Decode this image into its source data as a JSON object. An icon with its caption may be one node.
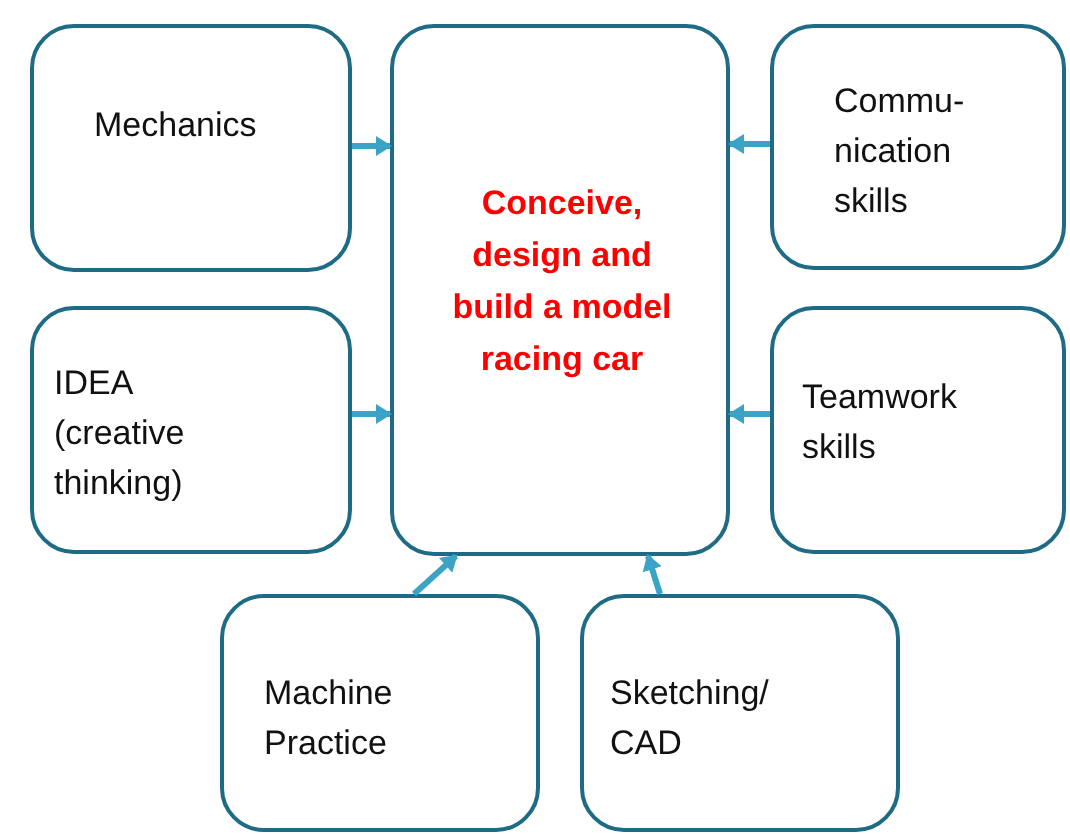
{
  "diagram": {
    "nodes": [
      {
        "text": [
          "Conceive, design and build a model racing car"
        ]
      },
      {
        "text": [
          "Mechanics"
        ]
      },
      {
        "text": [
          "Commu- nication skills"
        ]
      },
      {
        "text": [
          "IDEA (creative thinking)"
        ]
      },
      {
        "text": [
          "Teamwork skills"
        ]
      },
      {
        "text": [
          "Machine Practice"
        ]
      },
      {
        "text": [
          "Sketching/ CAD"
        ]
      }
    ],
    "edges": [
      {
        "from": 1,
        "to": 0,
        "arrow": "to"
      },
      {
        "from": 2,
        "to": 0,
        "arrow": "to"
      },
      {
        "from": 3,
        "to": 0,
        "arrow": "to"
      },
      {
        "from": 4,
        "to": 0,
        "arrow": "to"
      },
      {
        "from": 5,
        "to": 0,
        "arrow": "to"
      },
      {
        "from": 6,
        "to": 0,
        "arrow": "to"
      }
    ]
  }
}
